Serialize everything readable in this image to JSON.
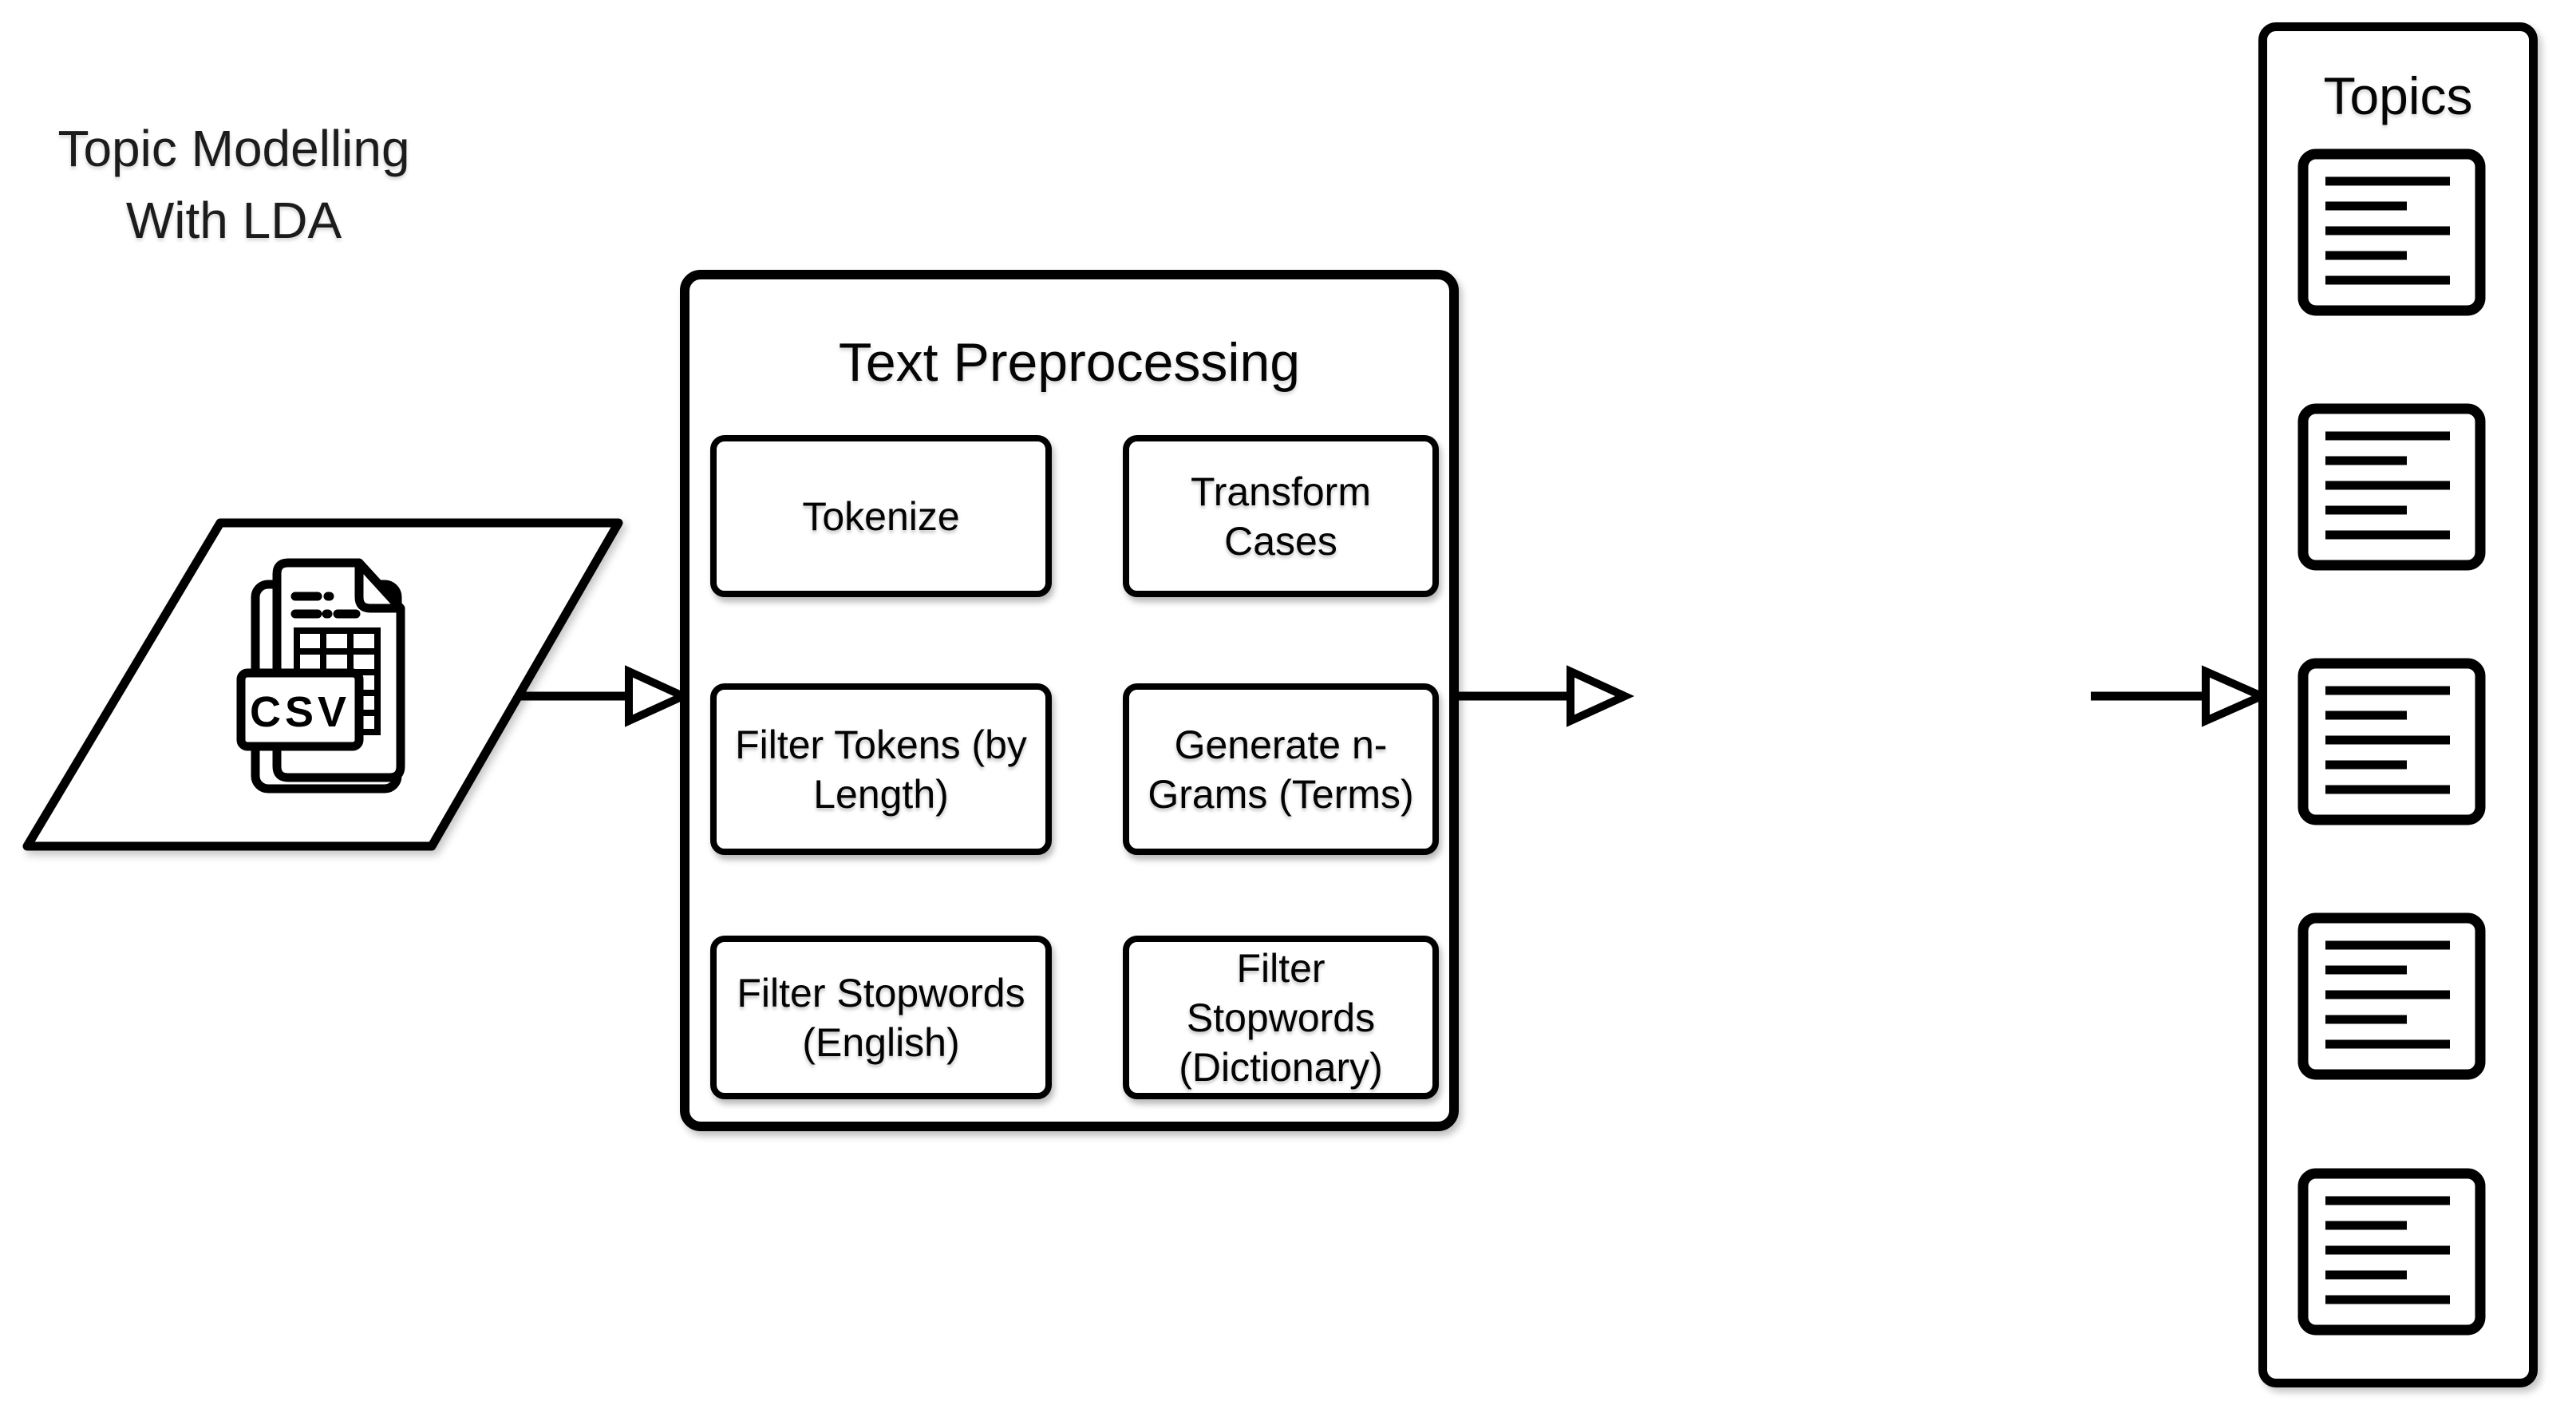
{
  "diagram": {
    "source": {
      "file_label": "CSV"
    },
    "preprocessing": {
      "title": "Text Preprocessing",
      "steps": [
        {
          "id": "tokenize",
          "label": "Tokenize"
        },
        {
          "id": "transform-cases",
          "label": "Transform\nCases"
        },
        {
          "id": "filter-tokens-by-length",
          "label": "Filter Tokens (by\nLength)"
        },
        {
          "id": "generate-n-grams",
          "label": "Generate n-\nGrams (Terms)"
        },
        {
          "id": "filter-stopwords-english",
          "label": "Filter Stopwords\n(English)"
        },
        {
          "id": "filter-stopwords-dictionary",
          "label": "Filter\nStopwords\n(Dictionary)"
        }
      ]
    },
    "modelling": {
      "label": "Topic Modelling\nWith LDA"
    },
    "topics": {
      "title": "Topics",
      "document_count": 5
    },
    "colors": {
      "stroke": "#000000",
      "fill": "#ffffff",
      "text": "#0d0d0d"
    }
  }
}
